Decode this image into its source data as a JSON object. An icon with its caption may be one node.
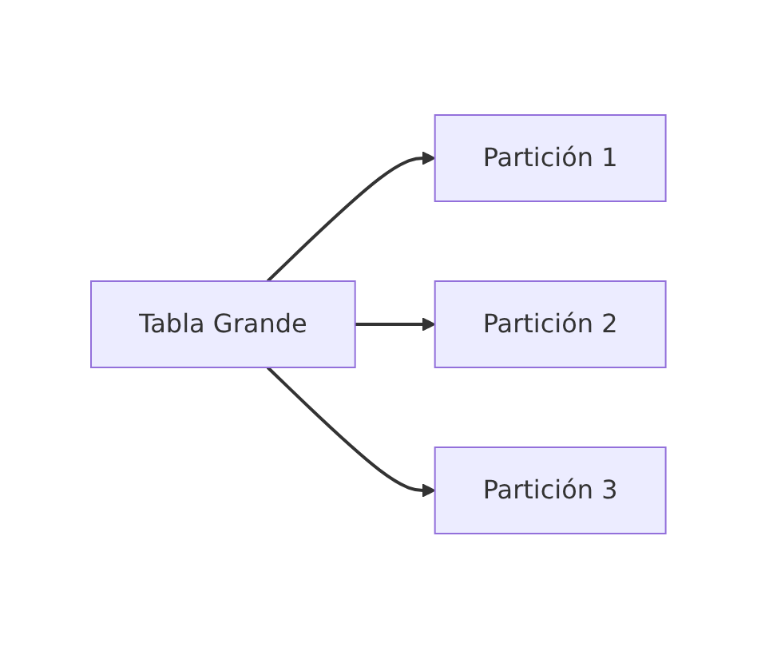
{
  "diagram": {
    "nodes": [
      {
        "text": [
          "Tabla Grande"
        ]
      },
      {
        "text": [
          "Partición 1"
        ]
      },
      {
        "text": [
          "Partición 2"
        ]
      },
      {
        "text": [
          "Partición 3"
        ]
      }
    ],
    "edges": [
      {
        "from": 0,
        "to": 1,
        "arrow": "to"
      },
      {
        "from": 0,
        "to": 2,
        "arrow": "to"
      },
      {
        "from": 0,
        "to": 3,
        "arrow": "to"
      }
    ]
  }
}
